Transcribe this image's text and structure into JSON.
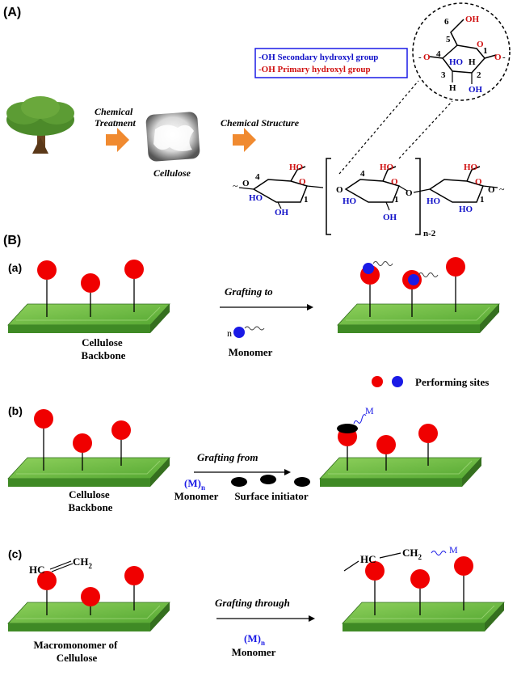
{
  "section_a": {
    "label": "(A)",
    "step1": "Chemical\nTreatment",
    "step2": "Chemical Structure",
    "product": "Cellulose",
    "legend": {
      "secondary_symbol": "-OH",
      "secondary_text": "Secondary hydroxyl group",
      "primary_symbol": "-OH",
      "primary_text": "Primary hydroxyl group",
      "secondary_color": "#1010c8",
      "primary_color": "#d01010"
    },
    "ring_numbers": [
      "6",
      "5",
      "4",
      "3",
      "2",
      "1"
    ],
    "repeat_subscript": "n-2"
  },
  "section_b": {
    "label": "(B)",
    "a": {
      "label": "(a)",
      "backbone": "Cellulose\nBackbone",
      "arrow": "Grafting to",
      "n": "n",
      "monomer": "Monomer"
    },
    "performing_sites": "Performing sites",
    "b": {
      "label": "(b)",
      "backbone": "Cellulose\nBackbone",
      "arrow": "Grafting from",
      "monomer_formula": "(M)",
      "monomer_sub": "n",
      "monomer": "Monomer",
      "initiator": "Surface initiator",
      "m": "M"
    },
    "c": {
      "label": "(c)",
      "hc": "HC",
      "ch2": "CH",
      "ch2_sub": "2",
      "macro": "Macromonomer of\nCellulose",
      "arrow": "Grafting through",
      "monomer_formula": "(M)",
      "monomer_sub": "n",
      "monomer": "Monomer",
      "m": "M"
    }
  },
  "colors": {
    "site_red": "#f00000",
    "site_blue": "#1a1ae6",
    "plate_top": "#6fbf45",
    "plate_side": "#3f8a25",
    "arrow_orange": "#f08a30"
  }
}
